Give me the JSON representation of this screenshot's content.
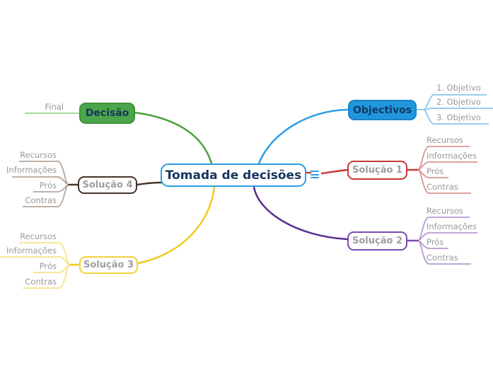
{
  "central_topic": {
    "label": "Tomada de decisões",
    "border_color": "#2d9fe3",
    "text_color": "#17365d",
    "notes_icon": "hamburger-notes"
  },
  "branches": {
    "decisao": {
      "label": "Decisão",
      "fill_color": "#4aa648",
      "line_color": "#4aa03c",
      "leaf_line_color": "#9ccf8f",
      "leaves": [
        "Final"
      ]
    },
    "objectivos": {
      "label": "Objectivos",
      "fill_color": "#2096dc",
      "line_color": "#2d9fe3",
      "leaf_line_color": "#8cc8ef",
      "leaves": [
        "1. Objetivo",
        "2. Objetivo",
        "3. Objetivo"
      ]
    },
    "solucao1": {
      "label": "Solução 1",
      "border_color": "#c73835",
      "line_color": "#c73835",
      "leaf_line_color": "#dc9490",
      "leaves": [
        "Recursos",
        "Informações",
        "Prós",
        "Contras"
      ]
    },
    "solucao2": {
      "label": "Solução 2",
      "border_color": "#7a4cb0",
      "line_color": "#5c2d91",
      "leaf_line_color": "#b79ad1",
      "leaves": [
        "Recursos",
        "Informações",
        "Prós",
        "Contras"
      ]
    },
    "solucao3": {
      "label": "Solução 3",
      "border_color": "#f1d33c",
      "line_color": "#f0cb1f",
      "leaf_line_color": "#f6e487",
      "leaves": [
        "Recursos",
        "Informações",
        "Prós",
        "Contras"
      ]
    },
    "solucao4": {
      "label": "Solução 4",
      "border_color": "#46332c",
      "line_color": "#46332c",
      "leaf_line_color": "#b5a69c",
      "leaves": [
        "Recursos",
        "Informações",
        "Prós",
        "Contras"
      ]
    }
  },
  "leaf_text_color": "#999999",
  "node_label_gray": "#9e9e9e"
}
